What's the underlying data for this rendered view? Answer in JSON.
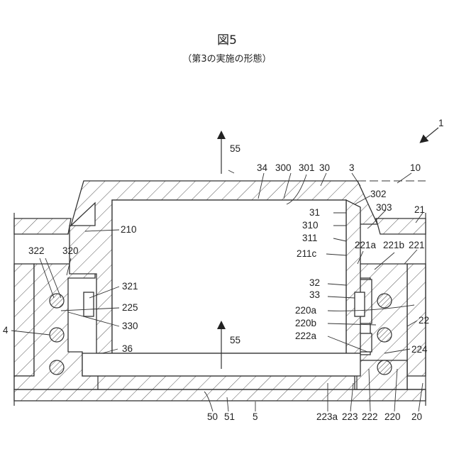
{
  "figure": {
    "title": "図5",
    "subtitle": "（第3の実施の形態）"
  },
  "labels": {
    "l_1": "1",
    "l_55_top": "55",
    "l_34": "34",
    "l_300": "300",
    "l_301": "301",
    "l_30": "30",
    "l_3": "3",
    "l_10": "10",
    "l_302": "302",
    "l_303": "303",
    "l_21": "21",
    "l_31": "31",
    "l_310": "310",
    "l_311": "311",
    "l_210": "210",
    "l_322": "322",
    "l_320": "320",
    "l_211c": "211c",
    "l_221a": "221a",
    "l_221b": "221b",
    "l_221": "221",
    "l_321": "321",
    "l_32": "32",
    "l_33": "33",
    "l_225": "225",
    "l_220a": "220a",
    "l_4": "4",
    "l_330": "330",
    "l_220b": "220b",
    "l_22": "22",
    "l_55_mid": "55",
    "l_222a": "222a",
    "l_224": "224",
    "l_36": "36",
    "l_50": "50",
    "l_51": "51",
    "l_5": "5",
    "l_223a": "223a",
    "l_223": "223",
    "l_222": "222",
    "l_220": "220",
    "l_20": "20"
  }
}
